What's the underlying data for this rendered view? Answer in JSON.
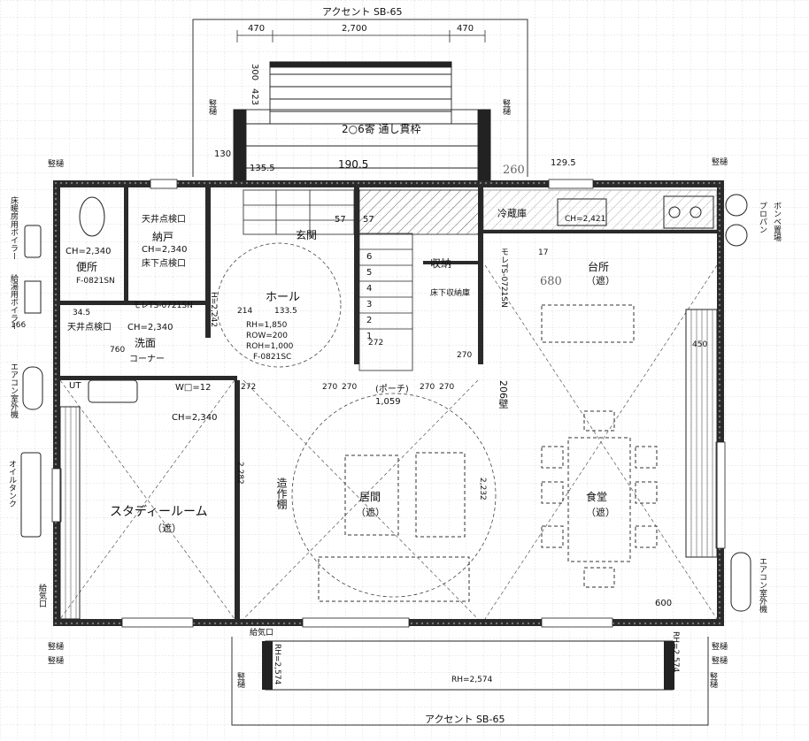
{
  "accent_top": "アクセント SB-65",
  "accent_bottom": "アクセント SB-65",
  "dim_left": "470",
  "dim_center": "2,700",
  "dim_right": "470",
  "dim_300": "300",
  "dim_423": "423",
  "stair_dim": "130",
  "dim_135": "135.5",
  "dim_1905": "190.5",
  "dim_1295": "129.5",
  "hand_260": "260",
  "hand_680": "680",
  "deck": "2○6寄 通し貫枠",
  "vertical_bars": [
    "竪樋",
    "竪樋",
    "竪樋",
    "竪樋",
    "竪樋",
    "竪樋",
    "竪樋",
    "竪樋"
  ],
  "left_equipment": {
    "boiler1": "床暖房用ボイラー",
    "boiler2": "給湯用ボイラー",
    "boiler_dim": "166",
    "aircon": "エアコン室外機",
    "oil": "オイルタンク",
    "vent": "給気口"
  },
  "right_equipment": {
    "propane": "プロパン",
    "propane2": "ボンベ置場",
    "aircon": "エアコン室外機"
  },
  "rooms": {
    "toilet": "便所",
    "toilet_ch": "CH=2,340",
    "toilet_door": "F-0821SN",
    "storage": "納戸",
    "ceiling_check": "天井点検口",
    "storage_ch": "CH=2,340",
    "floor_check": "床下点検口",
    "storage_door": "モレTS-0721SN",
    "wash_ceiling": "天井点検口",
    "wash_ch": "CH=2,340",
    "wash": "洗面",
    "wash_dim": "760",
    "corner": "コーナー",
    "dim_345": "34.5",
    "hall": "ホール",
    "hall_rh": "RH=1,850",
    "hall_row": "ROW=200",
    "hall_roh": "ROH=1,000",
    "hall_door": "F-0821SC",
    "hall_dim": "214",
    "hall_dim2": "133.5",
    "genkan": "玄関",
    "reizouko": "冷蔵庫",
    "kitchen_ch": "CH=2,421",
    "kitchen": "台所",
    "kitchen_sub": "（遮）",
    "kitchen_door": "モレTS-0721SN",
    "kitchen_dim": "17",
    "closet": "収納",
    "closet_check": "床下収納庫",
    "wic": "W□=12",
    "study_ch": "CH=2,340",
    "study": "スタディールーム",
    "study_sub": "（遮）",
    "study_dim": "2,282",
    "living": "居間",
    "living_sub": "（遮）",
    "living_dim": "206壁",
    "dining": "食堂",
    "dining_sub": "（遮）",
    "dining_dim": "2,232",
    "bench": "造作棚",
    "bench_dim": "450",
    "hall_side": "H=2,242",
    "dim_600": "600",
    "under_sink": "UT",
    "dim_57": "57",
    "dim_57b": "57",
    "wall_bottom": "RH=2,574",
    "wall_bottom_left": "RH=2,574",
    "wall_bottom_right": "RH=2,574",
    "dim_272": "272",
    "dim_270a": "270",
    "dim_270b": "270",
    "dim_270c": "270",
    "dim_270d": "270",
    "porch": "(ポーチ)",
    "porch_dim": "1,059",
    "stair_box_dim": "272",
    "stair_box_dim2": "270",
    "under_label": "給気口",
    "bottom_left": "竪樋",
    "bottom_right": "竪樋",
    "stair_nums": [
      "1",
      "2",
      "3",
      "4",
      "5",
      "6"
    ]
  }
}
